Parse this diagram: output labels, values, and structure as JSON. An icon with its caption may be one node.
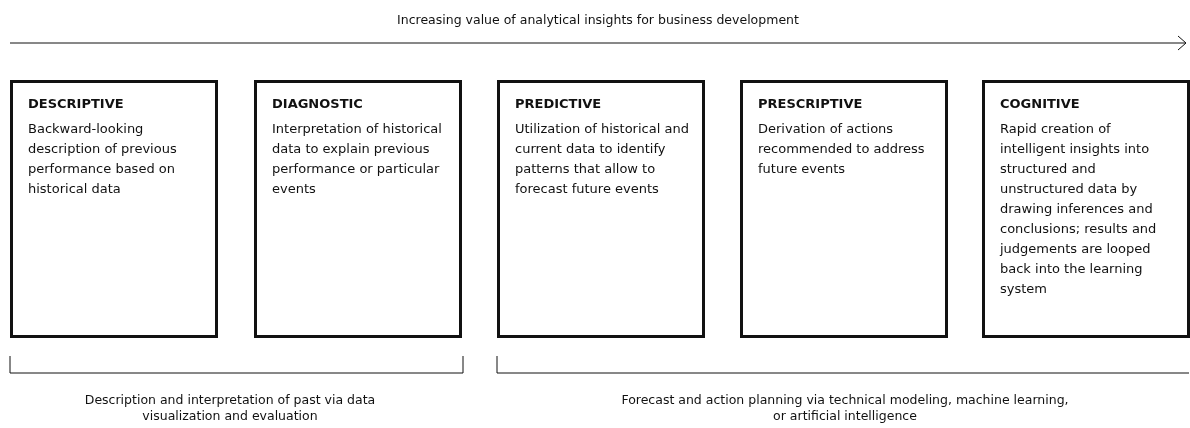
{
  "diagram": {
    "nodes": [
      {
        "text": [
          "DESCRIPTIVE",
          "Backward-looking description of previous performance based on historical data"
        ]
      },
      {
        "text": [
          "DIAGNOSTIC",
          "Interpretation of historical data to explain previous performance or particular events"
        ]
      },
      {
        "text": [
          "PREDICTIVE",
          "Utilization of historical and current data to identify patterns that allow to forecast future events"
        ]
      },
      {
        "text": [
          "PRESCRIPTIVE",
          "Derivation of actions recommended to address future events"
        ]
      },
      {
        "text": [
          "COGNITIVE",
          "Rapid creation of intelligent insights into structured and unstructured data by drawing inferences and conclusions; results and judgements are looped back into the learning system"
        ]
      }
    ],
    "labels": [
      "Increasing value of analytical insights for business development",
      "Description and interpretation of past via data visualization and evaluation",
      "Forecast and action planning via technical modeling, machine learning, or artificial intelligence"
    ]
  }
}
